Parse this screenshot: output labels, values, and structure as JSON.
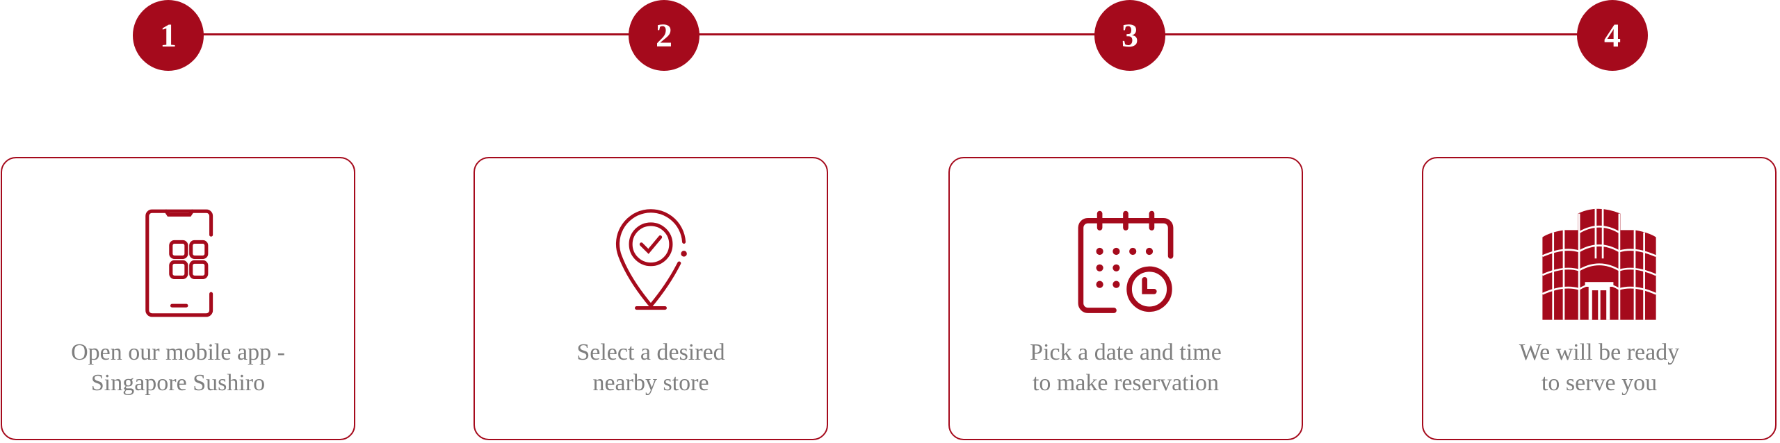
{
  "accent_color": "#a50a1c",
  "steps": [
    {
      "number": "1",
      "line1": "Open our mobile app -",
      "line2": "Singapore Sushiro",
      "icon": "mobile-app-icon"
    },
    {
      "number": "2",
      "line1": "Select a desired",
      "line2": "nearby store",
      "icon": "location-pin-check-icon"
    },
    {
      "number": "3",
      "line1": "Pick a date and time",
      "line2": "to make reservation",
      "icon": "calendar-clock-icon"
    },
    {
      "number": "4",
      "line1": "We will be ready",
      "line2": "to serve you",
      "icon": "building-icon"
    }
  ]
}
